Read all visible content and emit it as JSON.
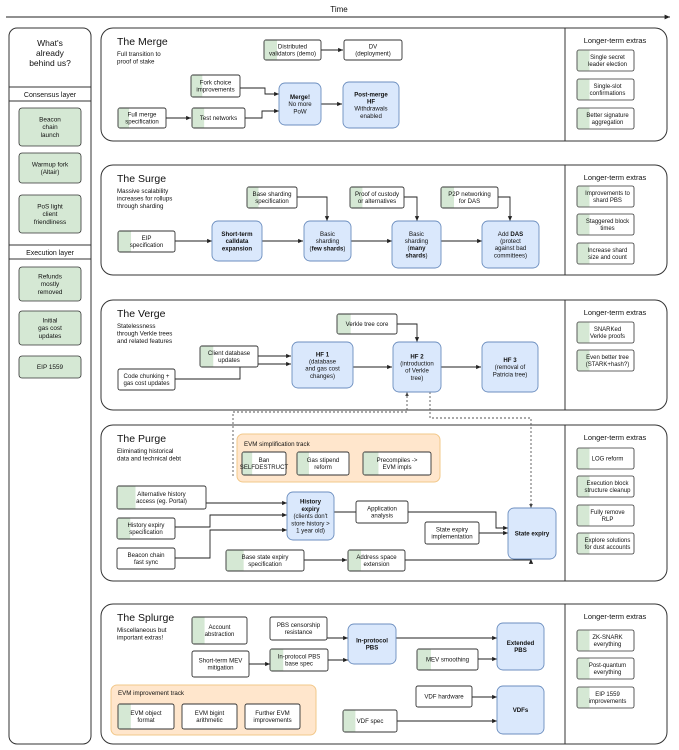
{
  "time_label": "Time",
  "behind": {
    "title": [
      "What's",
      "already",
      "behind us?"
    ],
    "consensus_header": "Consensus layer",
    "consensus_items": [
      [
        "Beacon",
        "chain",
        "launch"
      ],
      [
        "Warmup fork",
        "(Altair)"
      ],
      [
        "PoS light",
        "client",
        "friendliness"
      ]
    ],
    "execution_header": "Execution layer",
    "execution_items": [
      [
        "Refunds",
        "mostly",
        "removed"
      ],
      [
        "Initial",
        "gas cost",
        "updates"
      ],
      [
        "EIP 1559"
      ]
    ]
  },
  "extras_title": "Longer-term extras",
  "sections": [
    {
      "title": "The Merge",
      "subtitle": [
        "Full transition to",
        "proof of stake"
      ],
      "nodes": [
        {
          "id": "dist",
          "lines": [
            "Distributed",
            "validators (demo)"
          ],
          "style": "g"
        },
        {
          "id": "dv",
          "lines": [
            "DV",
            "(deployment)"
          ],
          "style": "w"
        },
        {
          "id": "fork",
          "lines": [
            "Fork choice",
            "improvements"
          ],
          "style": "g"
        },
        {
          "id": "fullmerge",
          "lines": [
            "Full merge",
            "specification"
          ],
          "style": "g"
        },
        {
          "id": "testnets",
          "lines": [
            "Test networks"
          ],
          "style": "g"
        },
        {
          "id": "merge",
          "lines": [
            "**Merge!**",
            "No more",
            "PoW"
          ],
          "style": "b"
        },
        {
          "id": "postmerge",
          "lines": [
            "**Post-merge**",
            "**HF**",
            "Withdrawals",
            "enabled"
          ],
          "style": "b"
        }
      ],
      "extras": [
        [
          "Single secret",
          "leader election"
        ],
        [
          "Single-slot",
          "confirmations"
        ],
        [
          "Better signature",
          "aggregation"
        ]
      ]
    },
    {
      "title": "The Surge",
      "subtitle": [
        "Massive scalability",
        "increases for rollups",
        "through sharding"
      ],
      "nodes": [
        {
          "id": "eip",
          "lines": [
            "EIP",
            "specification"
          ],
          "style": "g"
        },
        {
          "id": "calldata",
          "lines": [
            "**Short-term**",
            "**calldata**",
            "**expansion**"
          ],
          "style": "b"
        },
        {
          "id": "basespec",
          "lines": [
            "Base sharding",
            "specification"
          ],
          "style": "g"
        },
        {
          "id": "fewshards",
          "lines": [
            "Basic",
            "sharding",
            "(**few shards**)"
          ],
          "style": "b"
        },
        {
          "id": "custody",
          "lines": [
            "Proof of custody",
            "or alternatives"
          ],
          "style": "g"
        },
        {
          "id": "manyshards",
          "lines": [
            "Basic",
            "sharding",
            "(**many**",
            "**shards**)"
          ],
          "style": "b"
        },
        {
          "id": "p2p",
          "lines": [
            "P2P networking",
            "for DAS"
          ],
          "style": "g"
        },
        {
          "id": "das",
          "lines": [
            "Add **DAS**",
            "(protect",
            "against bad",
            "committees)"
          ],
          "style": "b"
        }
      ],
      "extras": [
        [
          "Improvements to",
          "shard PBS"
        ],
        [
          "Staggered block",
          "times"
        ],
        [
          "Increase shard",
          "size and count"
        ]
      ]
    },
    {
      "title": "The Verge",
      "subtitle": [
        "Statelessness",
        "through Verkle trees",
        "and related features"
      ],
      "nodes": [
        {
          "id": "verkle",
          "lines": [
            "Verkle tree core"
          ],
          "style": "g"
        },
        {
          "id": "clientdb",
          "lines": [
            "Client database",
            "updates"
          ],
          "style": "g"
        },
        {
          "id": "codechunk",
          "lines": [
            "Code chunking +",
            "gas cost updates"
          ],
          "style": "w"
        },
        {
          "id": "hf1",
          "lines": [
            "**HF 1**",
            "(database",
            "and gas cost",
            "changes)"
          ],
          "style": "b"
        },
        {
          "id": "hf2",
          "lines": [
            "**HF 2**",
            "(introduction",
            "of Verkle",
            "tree)"
          ],
          "style": "b"
        },
        {
          "id": "hf3",
          "lines": [
            "**HF 3**",
            "(removal of",
            "Patricia tree)"
          ],
          "style": "b"
        }
      ],
      "extras": [
        [
          "SNARKed",
          "Verkle proofs"
        ],
        [
          "Even better tree",
          "(STARK+hash?)"
        ]
      ]
    },
    {
      "title": "The Purge",
      "subtitle": [
        "Eliminating historical",
        "data and technical debt"
      ],
      "track": "EVM simplification track",
      "nodes": [
        {
          "id": "ban",
          "lines": [
            "Ban",
            "SELFDESTRUCT"
          ],
          "style": "g"
        },
        {
          "id": "stipend",
          "lines": [
            "Gas stipend",
            "reform"
          ],
          "style": "g"
        },
        {
          "id": "precomp",
          "lines": [
            "Precompiles ->",
            "EVM impls"
          ],
          "style": "g"
        },
        {
          "id": "althist",
          "lines": [
            "Alternative history",
            "access (eg. Portal)"
          ],
          "style": "g"
        },
        {
          "id": "histspec",
          "lines": [
            "History expiry",
            "specification"
          ],
          "style": "g"
        },
        {
          "id": "beaconsync",
          "lines": [
            "Beacon chain",
            "fast sync"
          ],
          "style": "w"
        },
        {
          "id": "histexp",
          "lines": [
            "**History**",
            "**expiry**",
            "(clients don't",
            "store history >",
            "1 year old)"
          ],
          "style": "b"
        },
        {
          "id": "appanalysis",
          "lines": [
            "Application",
            "analysis"
          ],
          "style": "w"
        },
        {
          "id": "stateimpl",
          "lines": [
            "State expiry",
            "implementation"
          ],
          "style": "w"
        },
        {
          "id": "basestate",
          "lines": [
            "Base state expiry",
            "specification"
          ],
          "style": "g"
        },
        {
          "id": "addrspace",
          "lines": [
            "Address space",
            "extension"
          ],
          "style": "g"
        },
        {
          "id": "stateexp",
          "lines": [
            "**State expiry**"
          ],
          "style": "b"
        }
      ],
      "extras": [
        [
          "LOG reform"
        ],
        [
          "Execution block",
          "structure cleanup"
        ],
        [
          "Fully remove",
          "RLP"
        ],
        [
          "Explore solutions",
          "for dust accounts"
        ]
      ]
    },
    {
      "title": "The Splurge",
      "subtitle": [
        "Miscellaneous but",
        "important extras!"
      ],
      "track": "EVM improvement track",
      "nodes": [
        {
          "id": "account",
          "lines": [
            "Account",
            "abstraction"
          ],
          "style": "g"
        },
        {
          "id": "pbscens",
          "lines": [
            "PBS censorship",
            "resistance"
          ],
          "style": "w"
        },
        {
          "id": "shortmev",
          "lines": [
            "Short-term MEV",
            "mitigation"
          ],
          "style": "w"
        },
        {
          "id": "inpbsspec",
          "lines": [
            "In-protocol PBS",
            "base spec"
          ],
          "style": "g"
        },
        {
          "id": "inpbs",
          "lines": [
            "**In-protocol**",
            "**PBS**"
          ],
          "style": "b"
        },
        {
          "id": "mevsmooth",
          "lines": [
            "MEV smoothing"
          ],
          "style": "g"
        },
        {
          "id": "extpbs",
          "lines": [
            "**Extended**",
            "**PBS**"
          ],
          "style": "b"
        },
        {
          "id": "evmobj",
          "lines": [
            "EVM object",
            "format"
          ],
          "style": "g"
        },
        {
          "id": "bigint",
          "lines": [
            "EVM bigint",
            "arithmetic"
          ],
          "style": "w"
        },
        {
          "id": "furtherevm",
          "lines": [
            "Further EVM",
            "improvements"
          ],
          "style": "w"
        },
        {
          "id": "vdfhw",
          "lines": [
            "VDF hardware"
          ],
          "style": "w"
        },
        {
          "id": "vdfspec",
          "lines": [
            "VDF spec"
          ],
          "style": "g"
        },
        {
          "id": "vdfs",
          "lines": [
            "**VDFs**"
          ],
          "style": "b"
        }
      ],
      "extras": [
        [
          "ZK-SNARK",
          "everything"
        ],
        [
          "Post-quantum",
          "everything"
        ],
        [
          "EIP 1559",
          "improvements"
        ]
      ]
    }
  ],
  "colors": {
    "green_fill": "#d5e8d4",
    "blue_fill": "#dae8fc",
    "blue_stroke": "#6c8ebf",
    "track_fill": "#ffe6cc",
    "border": "#333333"
  }
}
